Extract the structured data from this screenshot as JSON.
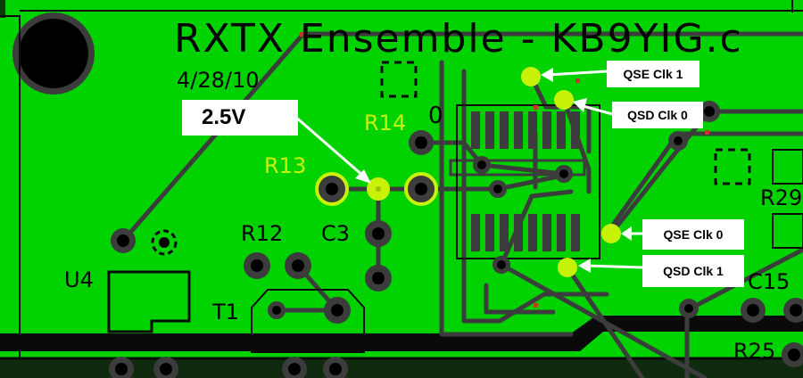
{
  "board": {
    "title": "RXTX Ensemble - KB9YIG.c",
    "date": "4/28/10",
    "colors": {
      "board": "#00d200",
      "trace": "#3c3c3c",
      "pad_ring": "#3c3c3c",
      "highlight": "#c8f20a",
      "silkscreen": "#000000"
    }
  },
  "labels": {
    "r14": "R14",
    "r13": "R13",
    "r12": "R12",
    "c3": "C3",
    "u4": "U4",
    "t1": "T1",
    "r29": "R29",
    "c15": "C15",
    "r25": "R25",
    "zero": "0"
  },
  "callouts": {
    "voltage": "2.5V",
    "qse_clk_1": "QSE Clk 1",
    "qsd_clk_0": "QSD Clk 0",
    "qse_clk_0": "QSE Clk 0",
    "qsd_clk_1": "QSD Clk 1"
  }
}
